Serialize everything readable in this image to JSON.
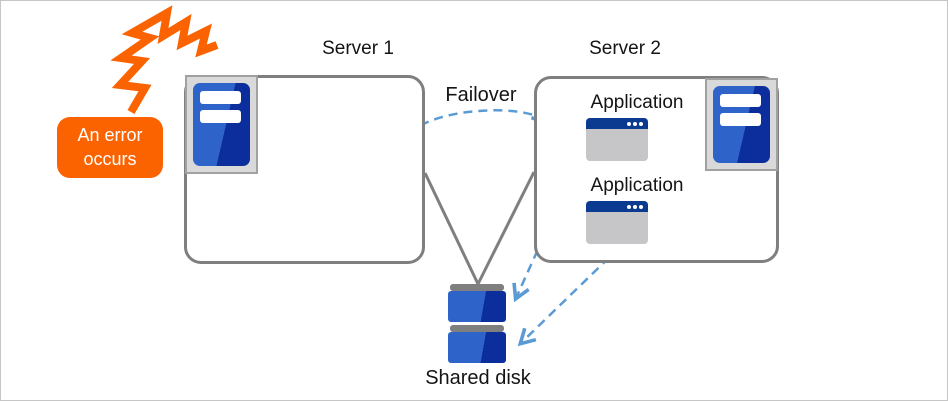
{
  "diagram": {
    "callout": {
      "line1": "An error",
      "line2": "occurs"
    },
    "servers": [
      {
        "label": "Server 1"
      },
      {
        "label": "Server 2"
      }
    ],
    "failover_label": "Failover",
    "applications": [
      {
        "label": "Application"
      },
      {
        "label": "Application"
      }
    ],
    "shared_disk_label": "Shared disk",
    "colors": {
      "callout_orange": "#FB6300",
      "spark_orange": "#FB6300",
      "dashed_arrow_blue": "#5B9BD5",
      "connector_gray": "#7F7F7F",
      "box_border_gray": "#7F7F7F",
      "server_blue_light": "#2E63C9",
      "server_blue_dark": "#0C2E9C",
      "app_titlebar_blue": "#0A3B91",
      "app_body_gray": "#C6C6C8",
      "icon_frame_gray": "#D9D9D9"
    }
  }
}
